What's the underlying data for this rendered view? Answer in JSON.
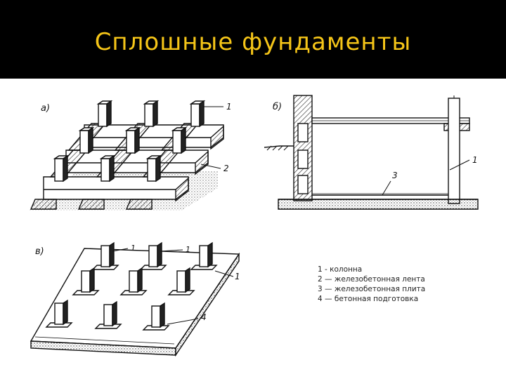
{
  "slide": {
    "title": "Сплошные фундаменты",
    "colors": {
      "title_bar": "#000000",
      "title_text": "#f5c518"
    }
  },
  "figures": {
    "a": {
      "label": "а)",
      "callouts": [
        "1",
        "2"
      ]
    },
    "b": {
      "label": "б)",
      "callouts": [
        "1",
        "3"
      ]
    },
    "c": {
      "label": "в)",
      "callouts": [
        "1",
        "1",
        "1",
        "4"
      ]
    }
  },
  "legend": {
    "items": [
      "1 - колонна",
      "2 — железобетонная лента",
      "3 — железобетонная плита",
      "4 — бетонная подготовка"
    ]
  }
}
